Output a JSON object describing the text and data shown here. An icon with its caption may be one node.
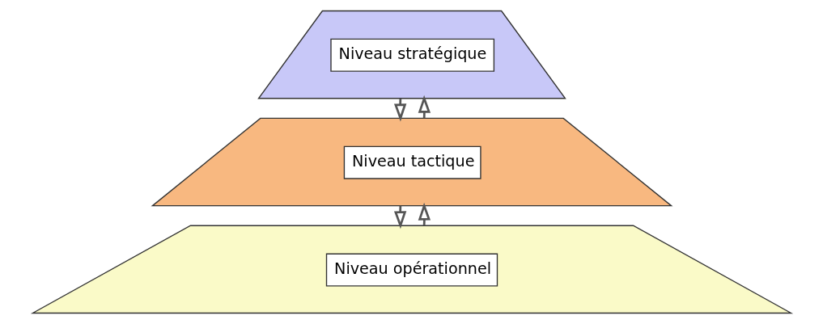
{
  "diagram": {
    "nodes": [
      {
        "text": [
          "Niveau stratégique"
        ]
      },
      {
        "text": [
          "Niveau tactique"
        ]
      },
      {
        "text": [
          "Niveau opérationnel"
        ]
      }
    ],
    "edges": [
      {
        "from": 1,
        "to": 0,
        "arrow": "to"
      },
      {
        "from": 0,
        "to": 1,
        "arrow": "to"
      },
      {
        "from": 1,
        "to": 2,
        "arrow": "to"
      },
      {
        "from": 2,
        "to": 1,
        "arrow": "to"
      }
    ]
  }
}
